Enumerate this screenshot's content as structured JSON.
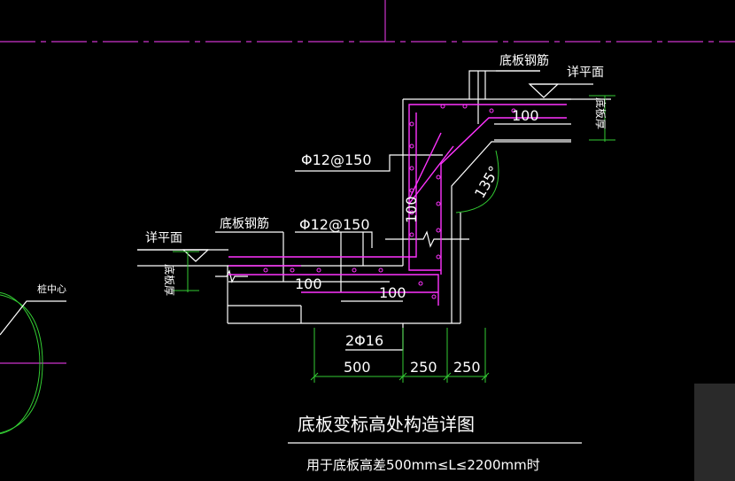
{
  "drawing": {
    "title": "底板变标高处构造详图",
    "subtitle": "用于底板高差500mm≤L≤2200mm时",
    "labels": {
      "bottom_rebar_upper": "底板钢筋",
      "bottom_rebar_lower": "底板钢筋",
      "finish_level_upper": "详平面",
      "finish_level_lower": "详平面",
      "slab_thickness_upper": "底板厚",
      "slab_thickness_lower": "底板厚",
      "pile_center": "桩中心",
      "rebar_upper": "Φ12@150",
      "rebar_lower": "Φ12@150",
      "rebar_bottom": "2Φ16",
      "angle": "135°",
      "lap_upper": "100",
      "lap_vertical": "100",
      "lap_lower_left": "100",
      "lap_lower_right": "100"
    },
    "dimensions": [
      "500",
      "250",
      "250"
    ],
    "colors": {
      "background": "#000000",
      "structure": "#ffffff",
      "rebar": "#ff33ff",
      "axis": "#cc33cc",
      "dimension": "#33cc33",
      "text": "#ffffff"
    }
  }
}
